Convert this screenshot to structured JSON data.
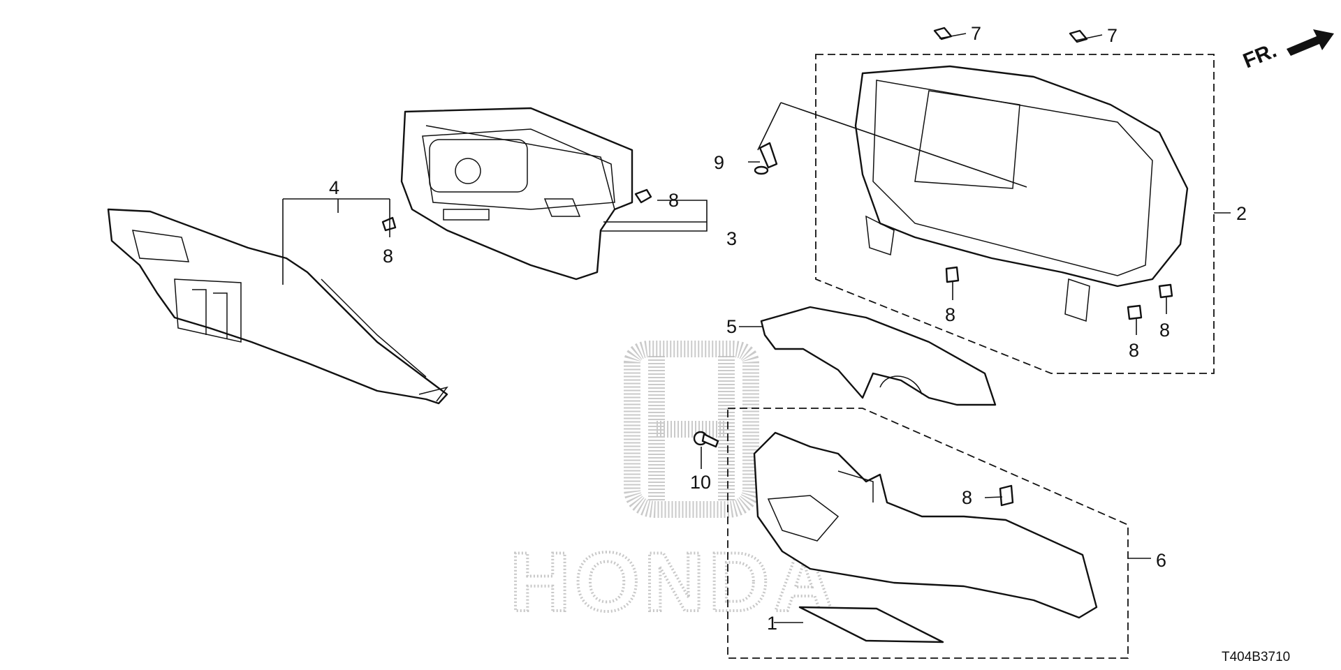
{
  "diagram": {
    "logo": {
      "text": "HONDA"
    },
    "direction_label": "FR.",
    "figure_code": "T404B3710",
    "callouts": {
      "c1": "1",
      "c2": "2",
      "c3": "3",
      "c4": "4",
      "c5": "5",
      "c6": "6",
      "c7a": "7",
      "c7b": "7",
      "c8a": "8",
      "c8b": "8",
      "c8c": "8",
      "c8d": "8",
      "c8e": "8",
      "c8f": "8",
      "c9": "9",
      "c10": "10"
    }
  }
}
